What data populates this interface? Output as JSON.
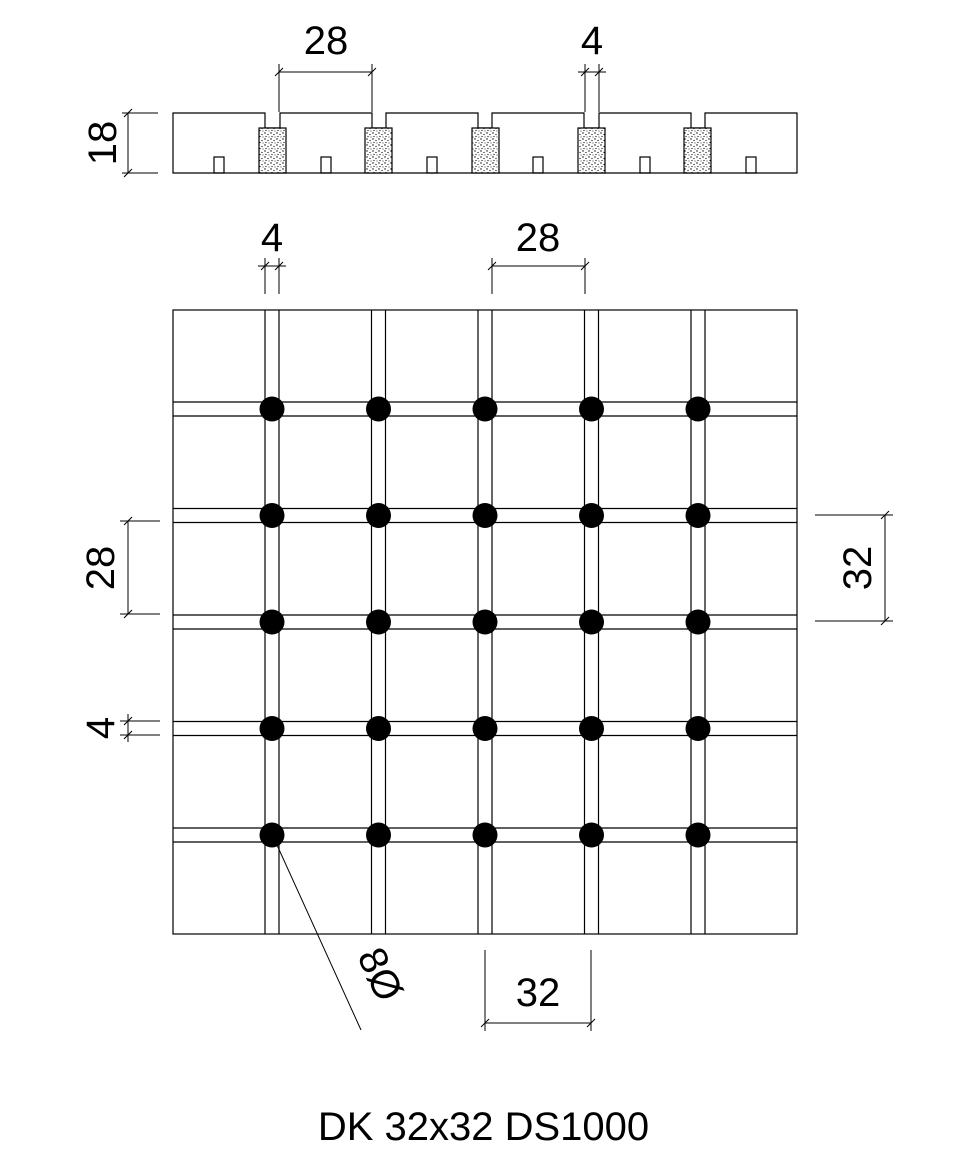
{
  "caption": "DK 32x32 DS1000",
  "section_view": {
    "dims": {
      "width_top": "28",
      "joint_top": "4",
      "height_left": "18"
    }
  },
  "plan_view": {
    "grid_columns": 5,
    "grid_rows": 5,
    "dims": {
      "joint_top": "4",
      "width_top": "28",
      "width_left": "28",
      "joint_left": "4",
      "pitch_right": "32",
      "pitch_bottom": "32",
      "diameter": "8Ø"
    }
  },
  "colors": {
    "line": "#000000",
    "background": "#ffffff"
  }
}
